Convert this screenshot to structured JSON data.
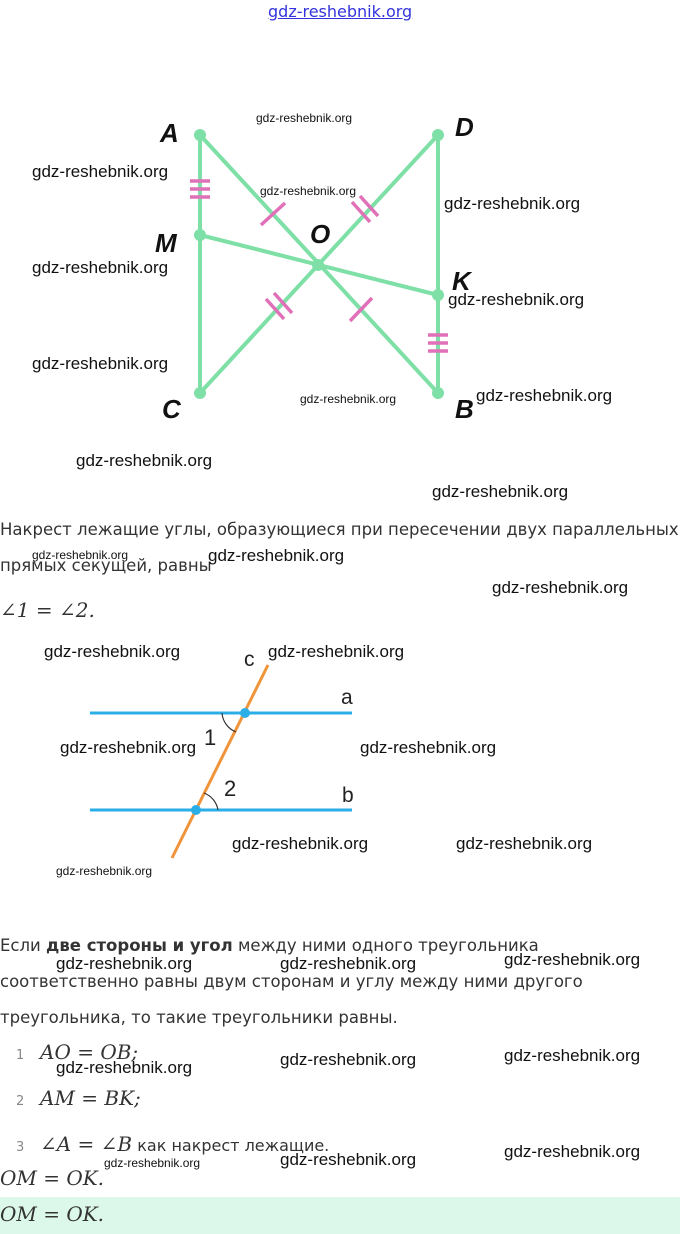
{
  "header_watermark": "gdz-reshebnik.org",
  "figure1": {
    "labels": {
      "A": "A",
      "D": "D",
      "M": "M",
      "O": "O",
      "K": "K",
      "C": "C",
      "B": "B"
    },
    "line_color": "#7ee0a6",
    "tick_color": "#e070b8"
  },
  "rule1": "Накрест лежащие углы, образующиеся при пересечении двух параллельных прямых секущей, равны",
  "rule1_formula": "∠1 = ∠2.",
  "figure2": {
    "labels": {
      "c": "c",
      "a": "a",
      "b": "b",
      "angle1": "1",
      "angle2": "2"
    },
    "parallel_color": "#2aaee8",
    "secant_color": "#f0943a"
  },
  "rule2": {
    "prefix": "Если ",
    "bold": "две стороны и угол",
    "suffix": " между ними одного треугольника соответственно равны двум сторонам и углу между ними другого треугольника, то такие треугольники равны."
  },
  "steps": [
    {
      "num": "1",
      "formula": "AO = OB;",
      "text": ""
    },
    {
      "num": "2",
      "formula": "AM = BK;",
      "text": ""
    },
    {
      "num": "3",
      "formula": "∠A = ∠B",
      "text": " как накрест лежащие."
    }
  ],
  "conclusion": "OM = OK.",
  "answer": "OM = OK.",
  "watermarks": [
    "gdz-reshebnik.org"
  ]
}
